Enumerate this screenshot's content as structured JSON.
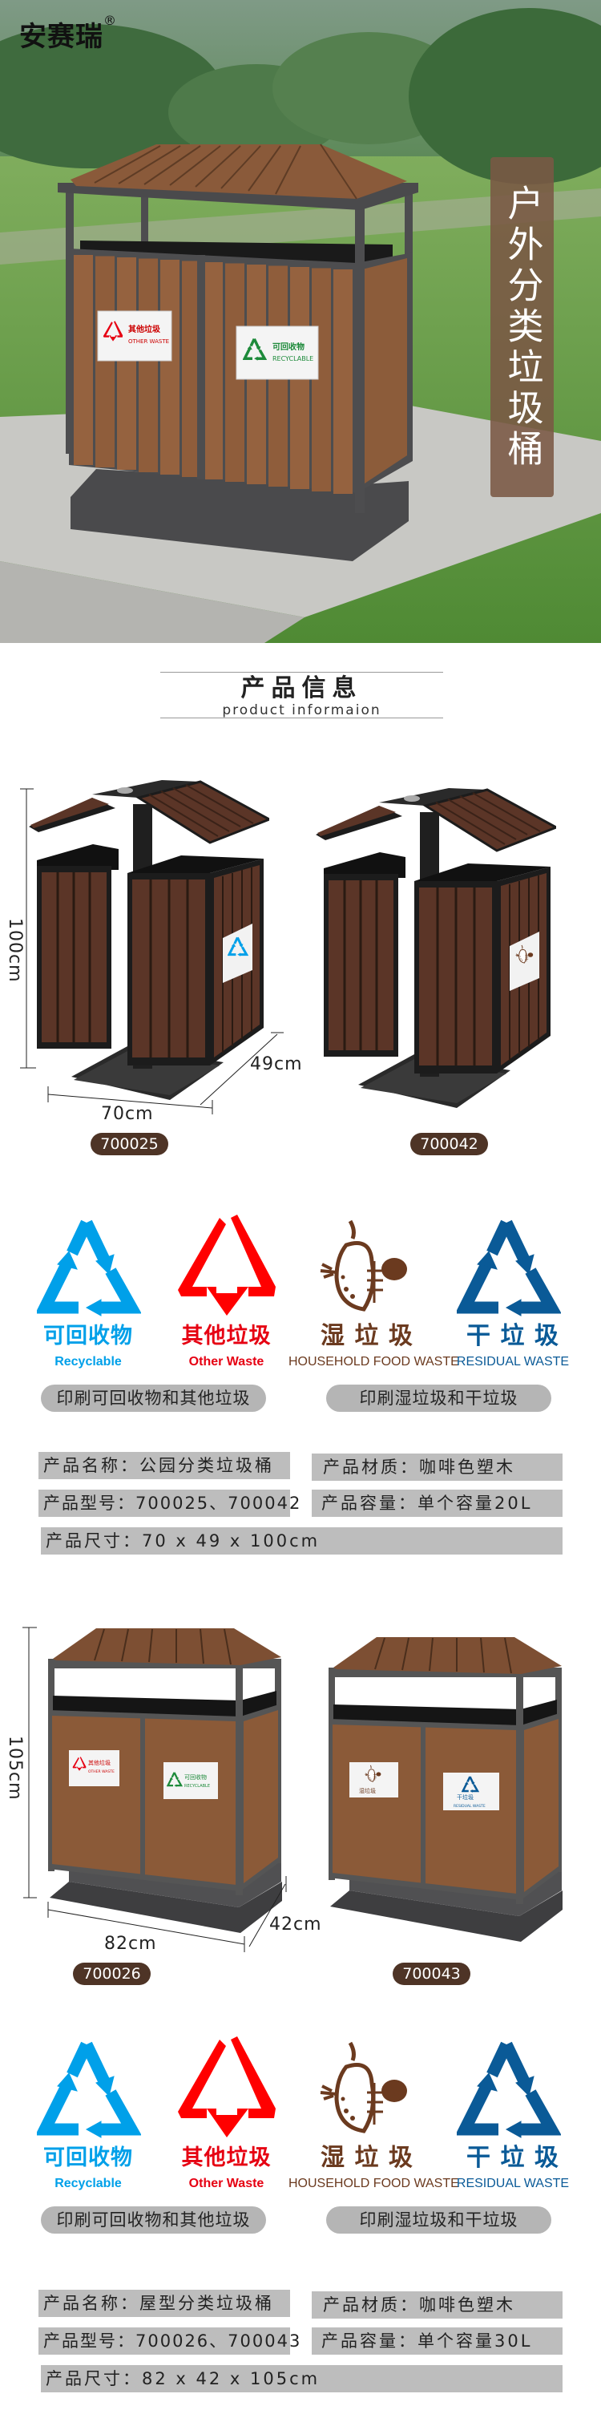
{
  "brand": {
    "name": "安赛瑞",
    "registered": "®"
  },
  "hero": {
    "title": "户外分类垃圾桶",
    "signs": [
      {
        "cn": "其他垃圾",
        "en": "OTHER WASTE"
      },
      {
        "cn": "可回收物",
        "en": "RECYCLABLE"
      }
    ]
  },
  "section": {
    "title_cn": "产品信息",
    "title_en": "product informaion"
  },
  "colors": {
    "wood": "#8a5a3a",
    "badge": "#4e3426",
    "recyclable": "#00a0e9",
    "other": "#e60012",
    "food": "#6b3a1f",
    "residual": "#0a5a97",
    "spec_bg": "#bdbdbd",
    "pill_bg": "#b5b5b5"
  },
  "categories": [
    {
      "cn": "可回收物",
      "en": "Recyclable",
      "icon": "recycle-icon"
    },
    {
      "cn": "其他垃圾",
      "en": "Other Waste",
      "icon": "other-waste-icon"
    },
    {
      "cn": "湿 垃 圾",
      "en": "HOUSEHOLD FOOD WASTE",
      "icon": "food-waste-icon"
    },
    {
      "cn": "干 垃 圾",
      "en": "RESIDUAL WASTE",
      "icon": "residual-waste-icon"
    }
  ],
  "groups": [
    {
      "dims": {
        "height": "100cm",
        "depth": "49cm",
        "width": "70cm"
      },
      "models": [
        "700025",
        "700042"
      ],
      "pills": [
        "印刷可回收物和其他垃圾",
        "印刷湿垃圾和干垃圾"
      ],
      "specs": {
        "name": "产品名称：公园分类垃圾桶",
        "material": "产品材质：咖啡色塑木",
        "model": "产品型号：700025、700042",
        "capacity": "产品容量：单个容量20L",
        "size": "产品尺寸：70 x 49 x 100cm"
      }
    },
    {
      "dims": {
        "height": "105cm",
        "depth": "42cm",
        "width": "82cm"
      },
      "models": [
        "700026",
        "700043"
      ],
      "signs": [
        {
          "cn": "其他垃圾",
          "en": "OTHER WASTE"
        },
        {
          "cn": "可回收物",
          "en": "RECYCLABLE"
        },
        {
          "cn": "湿垃圾",
          "en": "FOOD WASTE"
        },
        {
          "cn": "干垃圾",
          "en": "RESIDUAL WASTE"
        }
      ],
      "pills": [
        "印刷可回收物和其他垃圾",
        "印刷湿垃圾和干垃圾"
      ],
      "specs": {
        "name": "产品名称：屋型分类垃圾桶",
        "material": "产品材质：咖啡色塑木",
        "model": "产品型号：700026、700043",
        "capacity": "产品容量：单个容量30L",
        "size": "产品尺寸：82 x 42 x 105cm"
      }
    }
  ]
}
